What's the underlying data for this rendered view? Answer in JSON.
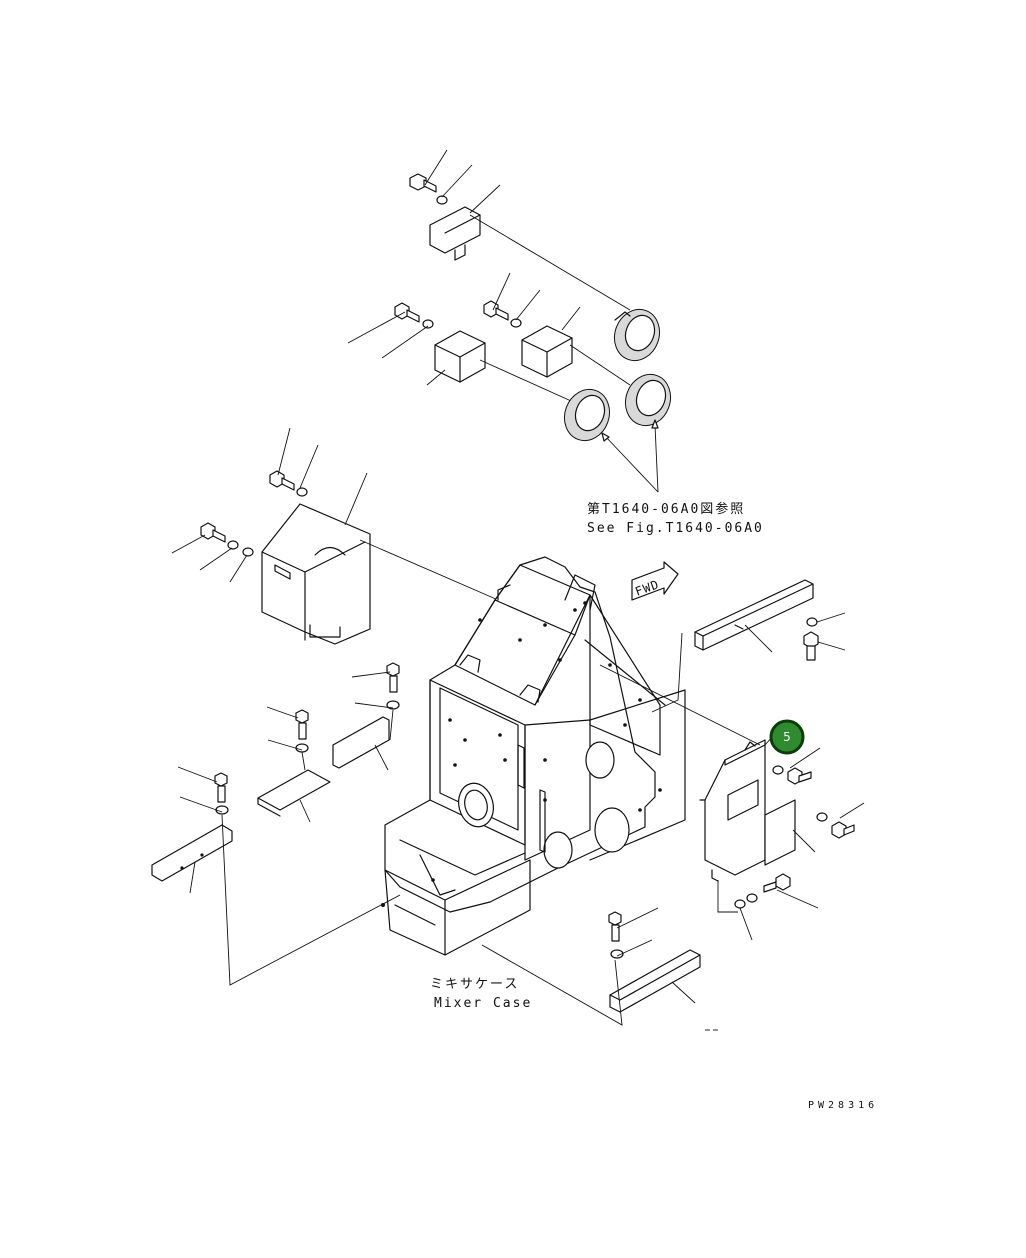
{
  "figure": {
    "reference_jp": "第T1640-06A0図参照",
    "reference_en": "See Fig.T1640-06A0",
    "direction_label": "FWD",
    "main_part_jp": "ミキサケース",
    "main_part_en": "Mixer Case",
    "drawing_code": "PW28316"
  },
  "callout": {
    "number": "5",
    "color": "#2e8b2e",
    "border_color": "#0a3d0a"
  }
}
